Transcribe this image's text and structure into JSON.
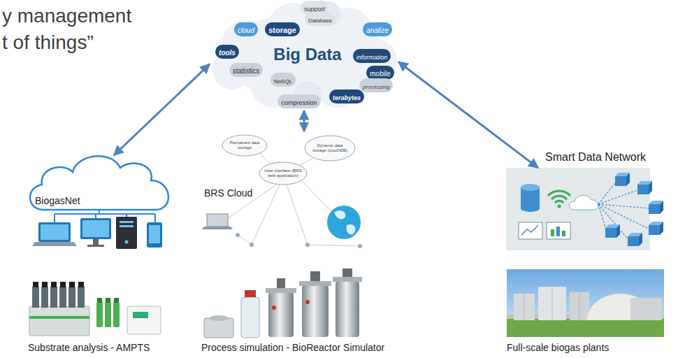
{
  "diagram": {
    "nodes": [
      {
        "text": [
          "Big Data"
        ]
      },
      {
        "text": [
          "support"
        ],
        "in": 0
      },
      {
        "text": [
          "Database"
        ],
        "in": 0
      },
      {
        "text": [
          "cloud"
        ],
        "in": 0
      },
      {
        "text": [
          "storage"
        ],
        "in": 0
      },
      {
        "text": [
          "analize"
        ],
        "in": 0
      },
      {
        "text": [
          "tools"
        ],
        "in": 0
      },
      {
        "text": [
          "information"
        ],
        "in": 0
      },
      {
        "text": [
          "statistics"
        ],
        "in": 0
      },
      {
        "text": [
          "mobile"
        ],
        "in": 0
      },
      {
        "text": [
          "NoSQL"
        ],
        "in": 0
      },
      {
        "text": [
          "processing"
        ],
        "in": 0
      },
      {
        "text": [
          "terabytes"
        ],
        "in": 0
      },
      {
        "text": [
          "compression"
        ],
        "in": 0
      },
      {
        "text": [
          "BiogasNet"
        ]
      },
      {
        "text": [
          "BRS Cloud"
        ]
      },
      {
        "text": [
          "Smart Data Network"
        ]
      }
    ],
    "edges": [
      {
        "from": 0,
        "to": 14,
        "arrow": "both"
      },
      {
        "from": 0,
        "to": 15,
        "arrow": "both"
      },
      {
        "from": 0,
        "to": 16,
        "arrow": "both"
      }
    ],
    "labels": [
      "y management",
      "t of things”",
      "Permanent data storage",
      "Dynamic data storage (couchDB)",
      "User interface (BRS web application)",
      "Substrate analysis - AMPTS",
      "Process simulation - BioReactor Simulator",
      "Full-scale biogas plants"
    ]
  }
}
